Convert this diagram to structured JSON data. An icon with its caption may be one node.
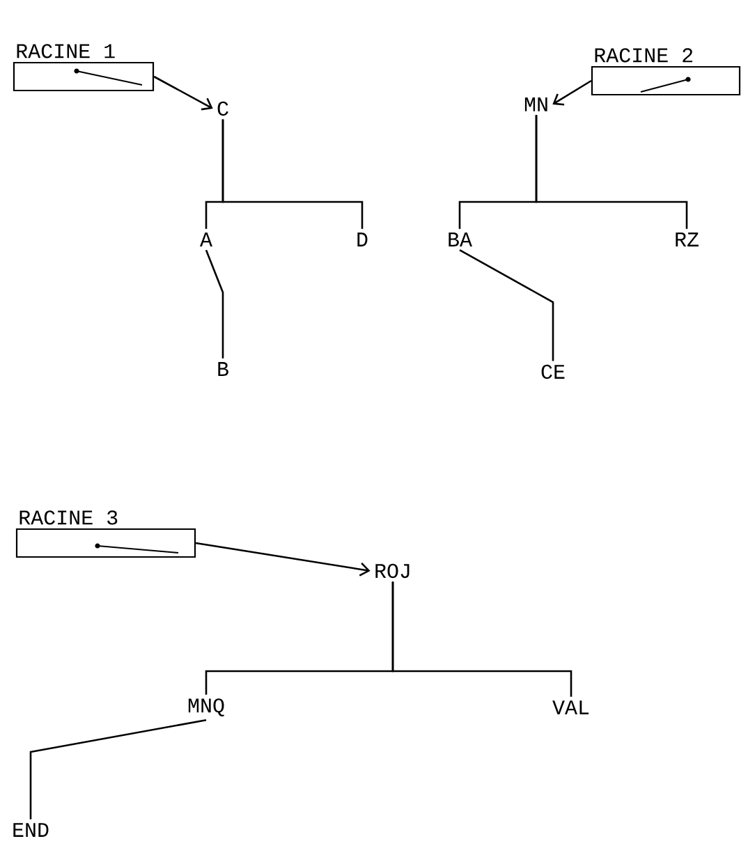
{
  "diagram": {
    "nodes": [
      {
        "text": [
          "RACINE 1"
        ]
      },
      {
        "text": [
          "C"
        ]
      },
      {
        "text": [
          "A"
        ]
      },
      {
        "text": [
          "D"
        ]
      },
      {
        "text": [
          "B"
        ]
      },
      {
        "text": [
          "RACINE 2"
        ]
      },
      {
        "text": [
          "MN"
        ]
      },
      {
        "text": [
          "BA"
        ]
      },
      {
        "text": [
          "RZ"
        ]
      },
      {
        "text": [
          "CE"
        ]
      },
      {
        "text": [
          "RACINE 3"
        ]
      },
      {
        "text": [
          "ROJ"
        ]
      },
      {
        "text": [
          "MNQ"
        ]
      },
      {
        "text": [
          "VAL"
        ]
      },
      {
        "text": [
          "END"
        ]
      }
    ],
    "edges": [
      {
        "from": 0,
        "to": 1,
        "arrow": "to"
      },
      {
        "from": 1,
        "to": 2,
        "arrow": "none"
      },
      {
        "from": 1,
        "to": 3,
        "arrow": "none"
      },
      {
        "from": 2,
        "to": 4,
        "arrow": "none"
      },
      {
        "from": 5,
        "to": 6,
        "arrow": "to"
      },
      {
        "from": 6,
        "to": 7,
        "arrow": "none"
      },
      {
        "from": 6,
        "to": 8,
        "arrow": "none"
      },
      {
        "from": 7,
        "to": 9,
        "arrow": "none"
      },
      {
        "from": 10,
        "to": 11,
        "arrow": "to"
      },
      {
        "from": 11,
        "to": 12,
        "arrow": "none"
      },
      {
        "from": 11,
        "to": 13,
        "arrow": "none"
      },
      {
        "from": 12,
        "to": 14,
        "arrow": "none"
      }
    ]
  }
}
